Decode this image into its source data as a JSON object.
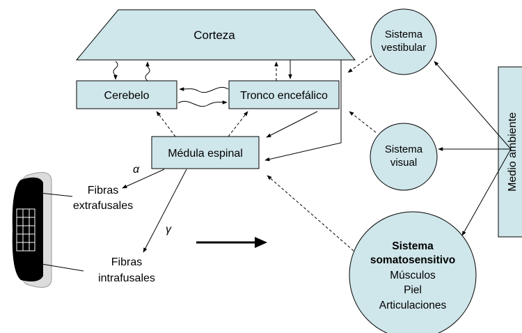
{
  "colors": {
    "fill": "#cfe6ea",
    "stroke": "#000000",
    "background": "#ffffff",
    "muscle": "#dcdcdc"
  },
  "nodes": {
    "corteza": "Corteza",
    "cerebelo": "Cerebelo",
    "tronco": "Tronco encefálico",
    "medula": "Médula espinal",
    "vestibular": [
      "Sistema",
      "vestibular"
    ],
    "visual": [
      "Sistema",
      "visual"
    ],
    "somato": {
      "title": [
        "Sistema",
        "somatosensitivo"
      ],
      "items": [
        "Músculos",
        "Piel",
        "Articulaciones"
      ]
    },
    "medio": "Medio ambiente"
  },
  "labels": {
    "alpha": "α",
    "gamma": "γ",
    "extrafusales": [
      "Fibras",
      "extrafusales"
    ],
    "intrafusales": [
      "Fibras",
      "intrafusales"
    ]
  }
}
